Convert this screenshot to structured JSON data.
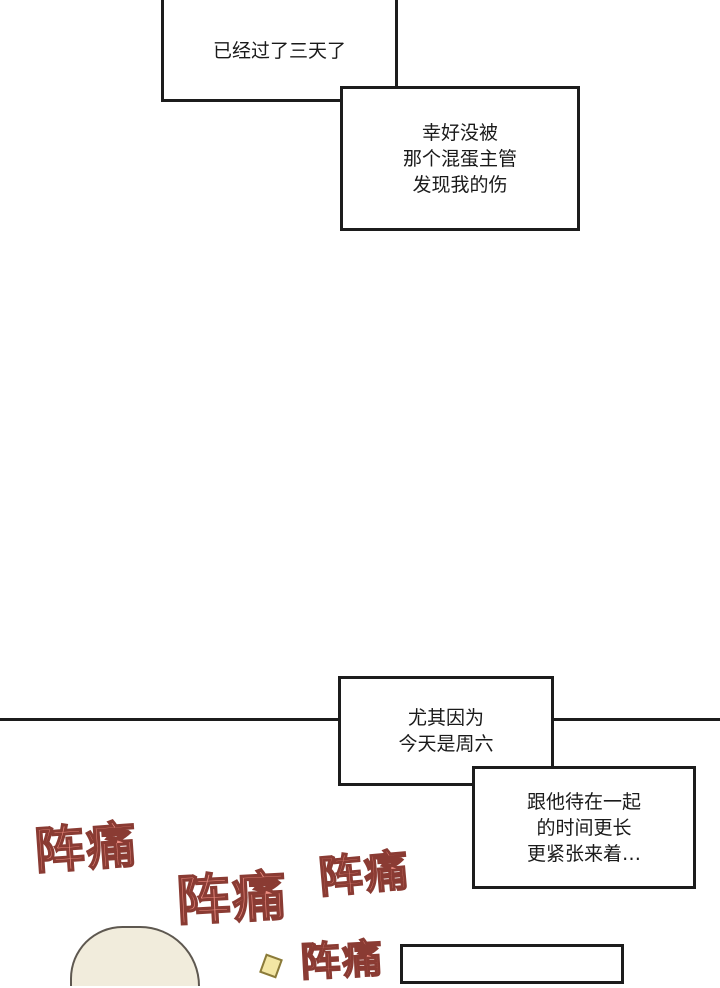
{
  "captions": {
    "c1": [
      "已经过了三天了"
    ],
    "c2": [
      "幸好没被",
      "那个混蛋主管",
      "发现我的伤"
    ],
    "c3": [
      "尤其因为",
      "今天是周六"
    ],
    "c4": [
      "跟他待在一起",
      "的时间更长",
      "更紧张来着…"
    ]
  },
  "sfx": {
    "s1": "阵痛",
    "s2": "阵痛",
    "s3": "阵痛",
    "s4": "阵痛"
  },
  "colors": {
    "sfx_fill": "#ef8f83",
    "sfx_outline": "#8a3b33",
    "border": "#1c1c1c"
  }
}
